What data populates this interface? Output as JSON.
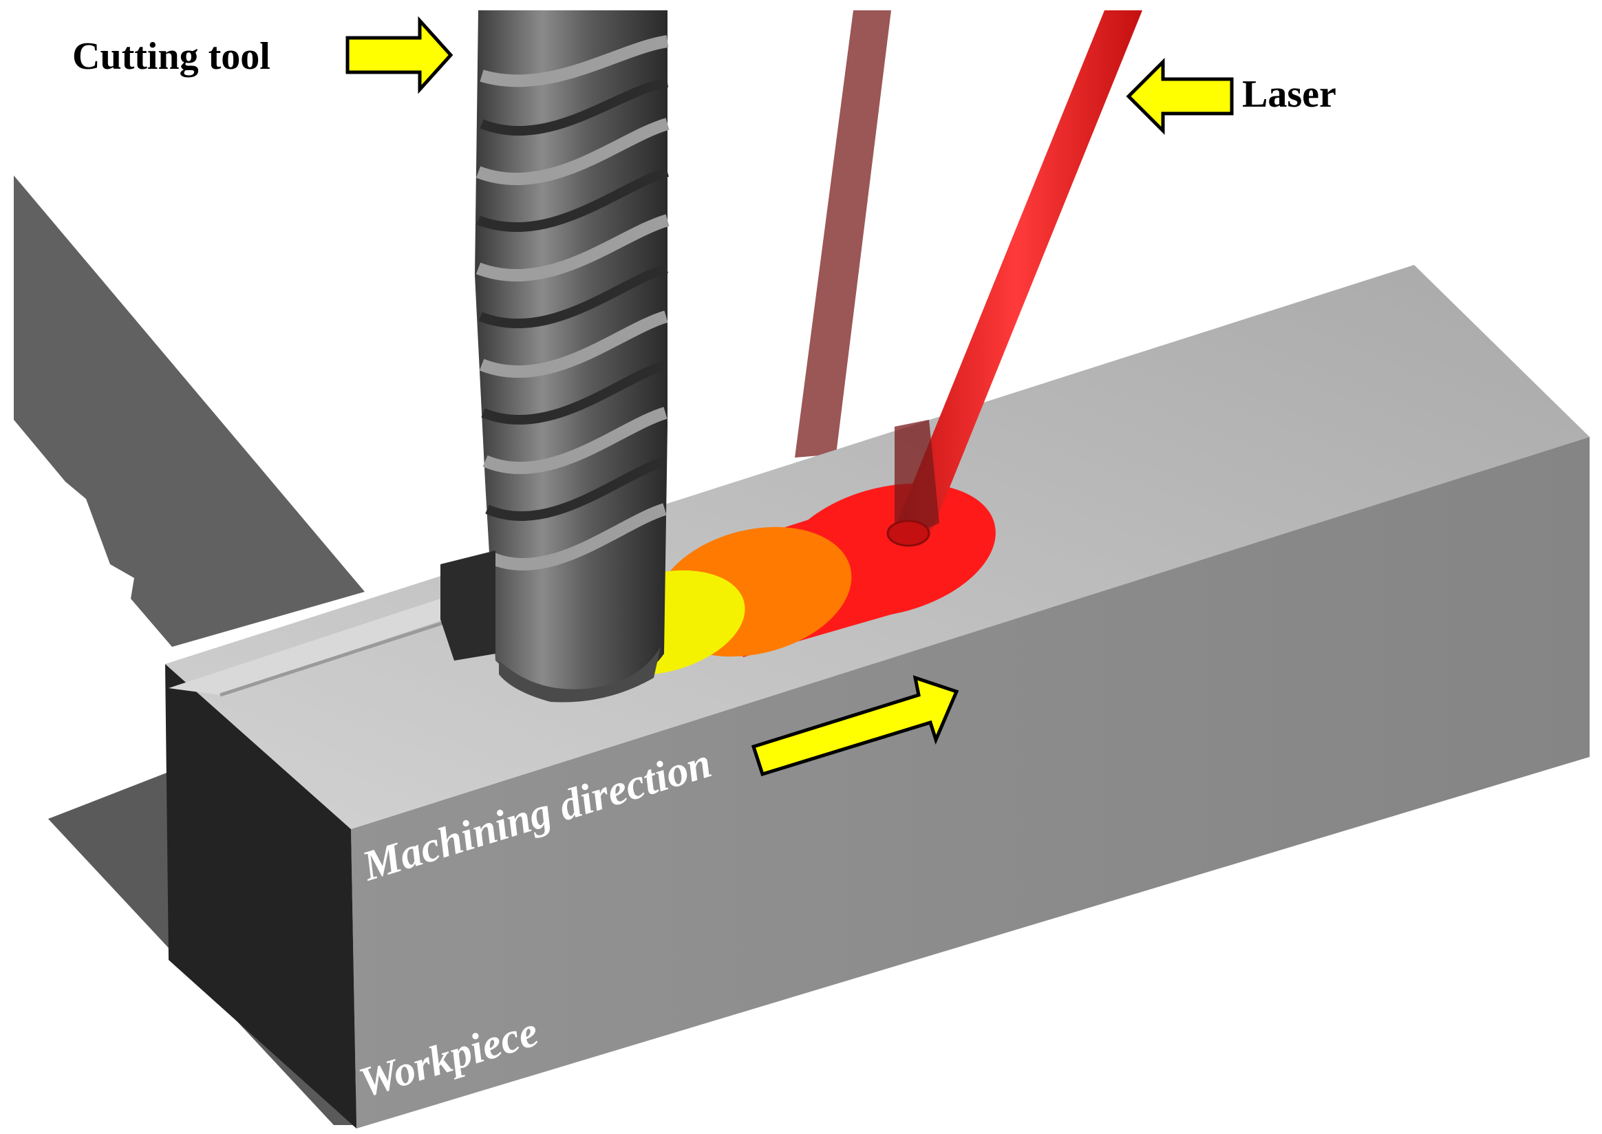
{
  "labels": {
    "cutting_tool": "Cutting tool",
    "laser": "Laser",
    "machining_direction": "Machining direction",
    "workpiece": "Workpiece"
  },
  "colors": {
    "arrow_fill": "#ffff00",
    "arrow_stroke": "#000000",
    "laser_beam": "#e81c1c",
    "laser_beam_secondary": "#9b5656",
    "heat_zone_hot": "#ff1a1a",
    "heat_zone_warm": "#ff7a00",
    "heat_zone_cool": "#f4f200",
    "workpiece_top": "#bdbdbd",
    "workpiece_front": "#8c8c8c",
    "workpiece_side": "#232323",
    "tool": "#5f5f5f",
    "shadow": "#616161"
  },
  "icons": {
    "cutting_tool_arrow": "arrow-right-icon",
    "laser_arrow": "arrow-left-icon",
    "direction_arrow": "arrow-right-icon"
  }
}
